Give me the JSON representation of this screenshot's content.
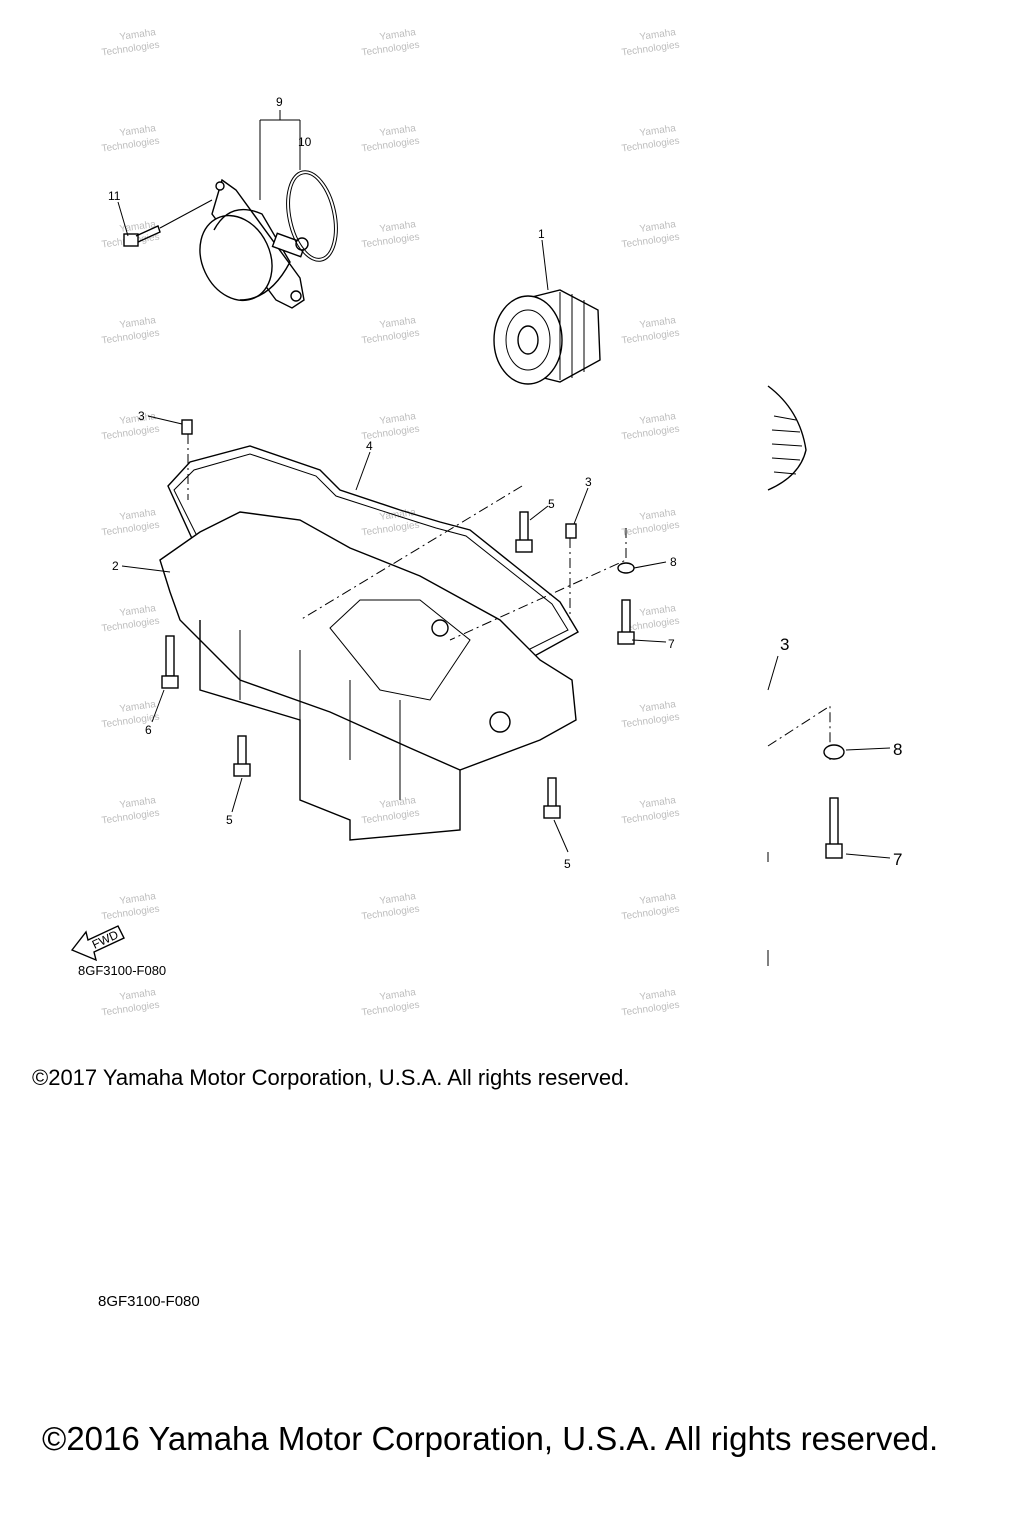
{
  "diagram_code_upper": "8GF3100-F080",
  "diagram_code_lower": "8GF3100-F080",
  "copyright_upper": "©2017 Yamaha Motor Corporation, U.S.A. All rights reserved.",
  "copyright_lower": "©2016 Yamaha Motor Corporation, U.S.A. All rights reserved.",
  "fwd_label": "FWD",
  "callouts": {
    "c1": "1",
    "c2": "2",
    "c3a": "3",
    "c3b": "3",
    "c4": "4",
    "c5a": "5",
    "c5b": "5",
    "c5c": "5",
    "c6": "6",
    "c7": "7",
    "c8": "8",
    "c9": "9",
    "c10": "10",
    "c11": "11",
    "z3": "3",
    "z7": "7",
    "z8": "8"
  },
  "watermark": {
    "line1": "Yamaha",
    "line2": "Technologies"
  }
}
